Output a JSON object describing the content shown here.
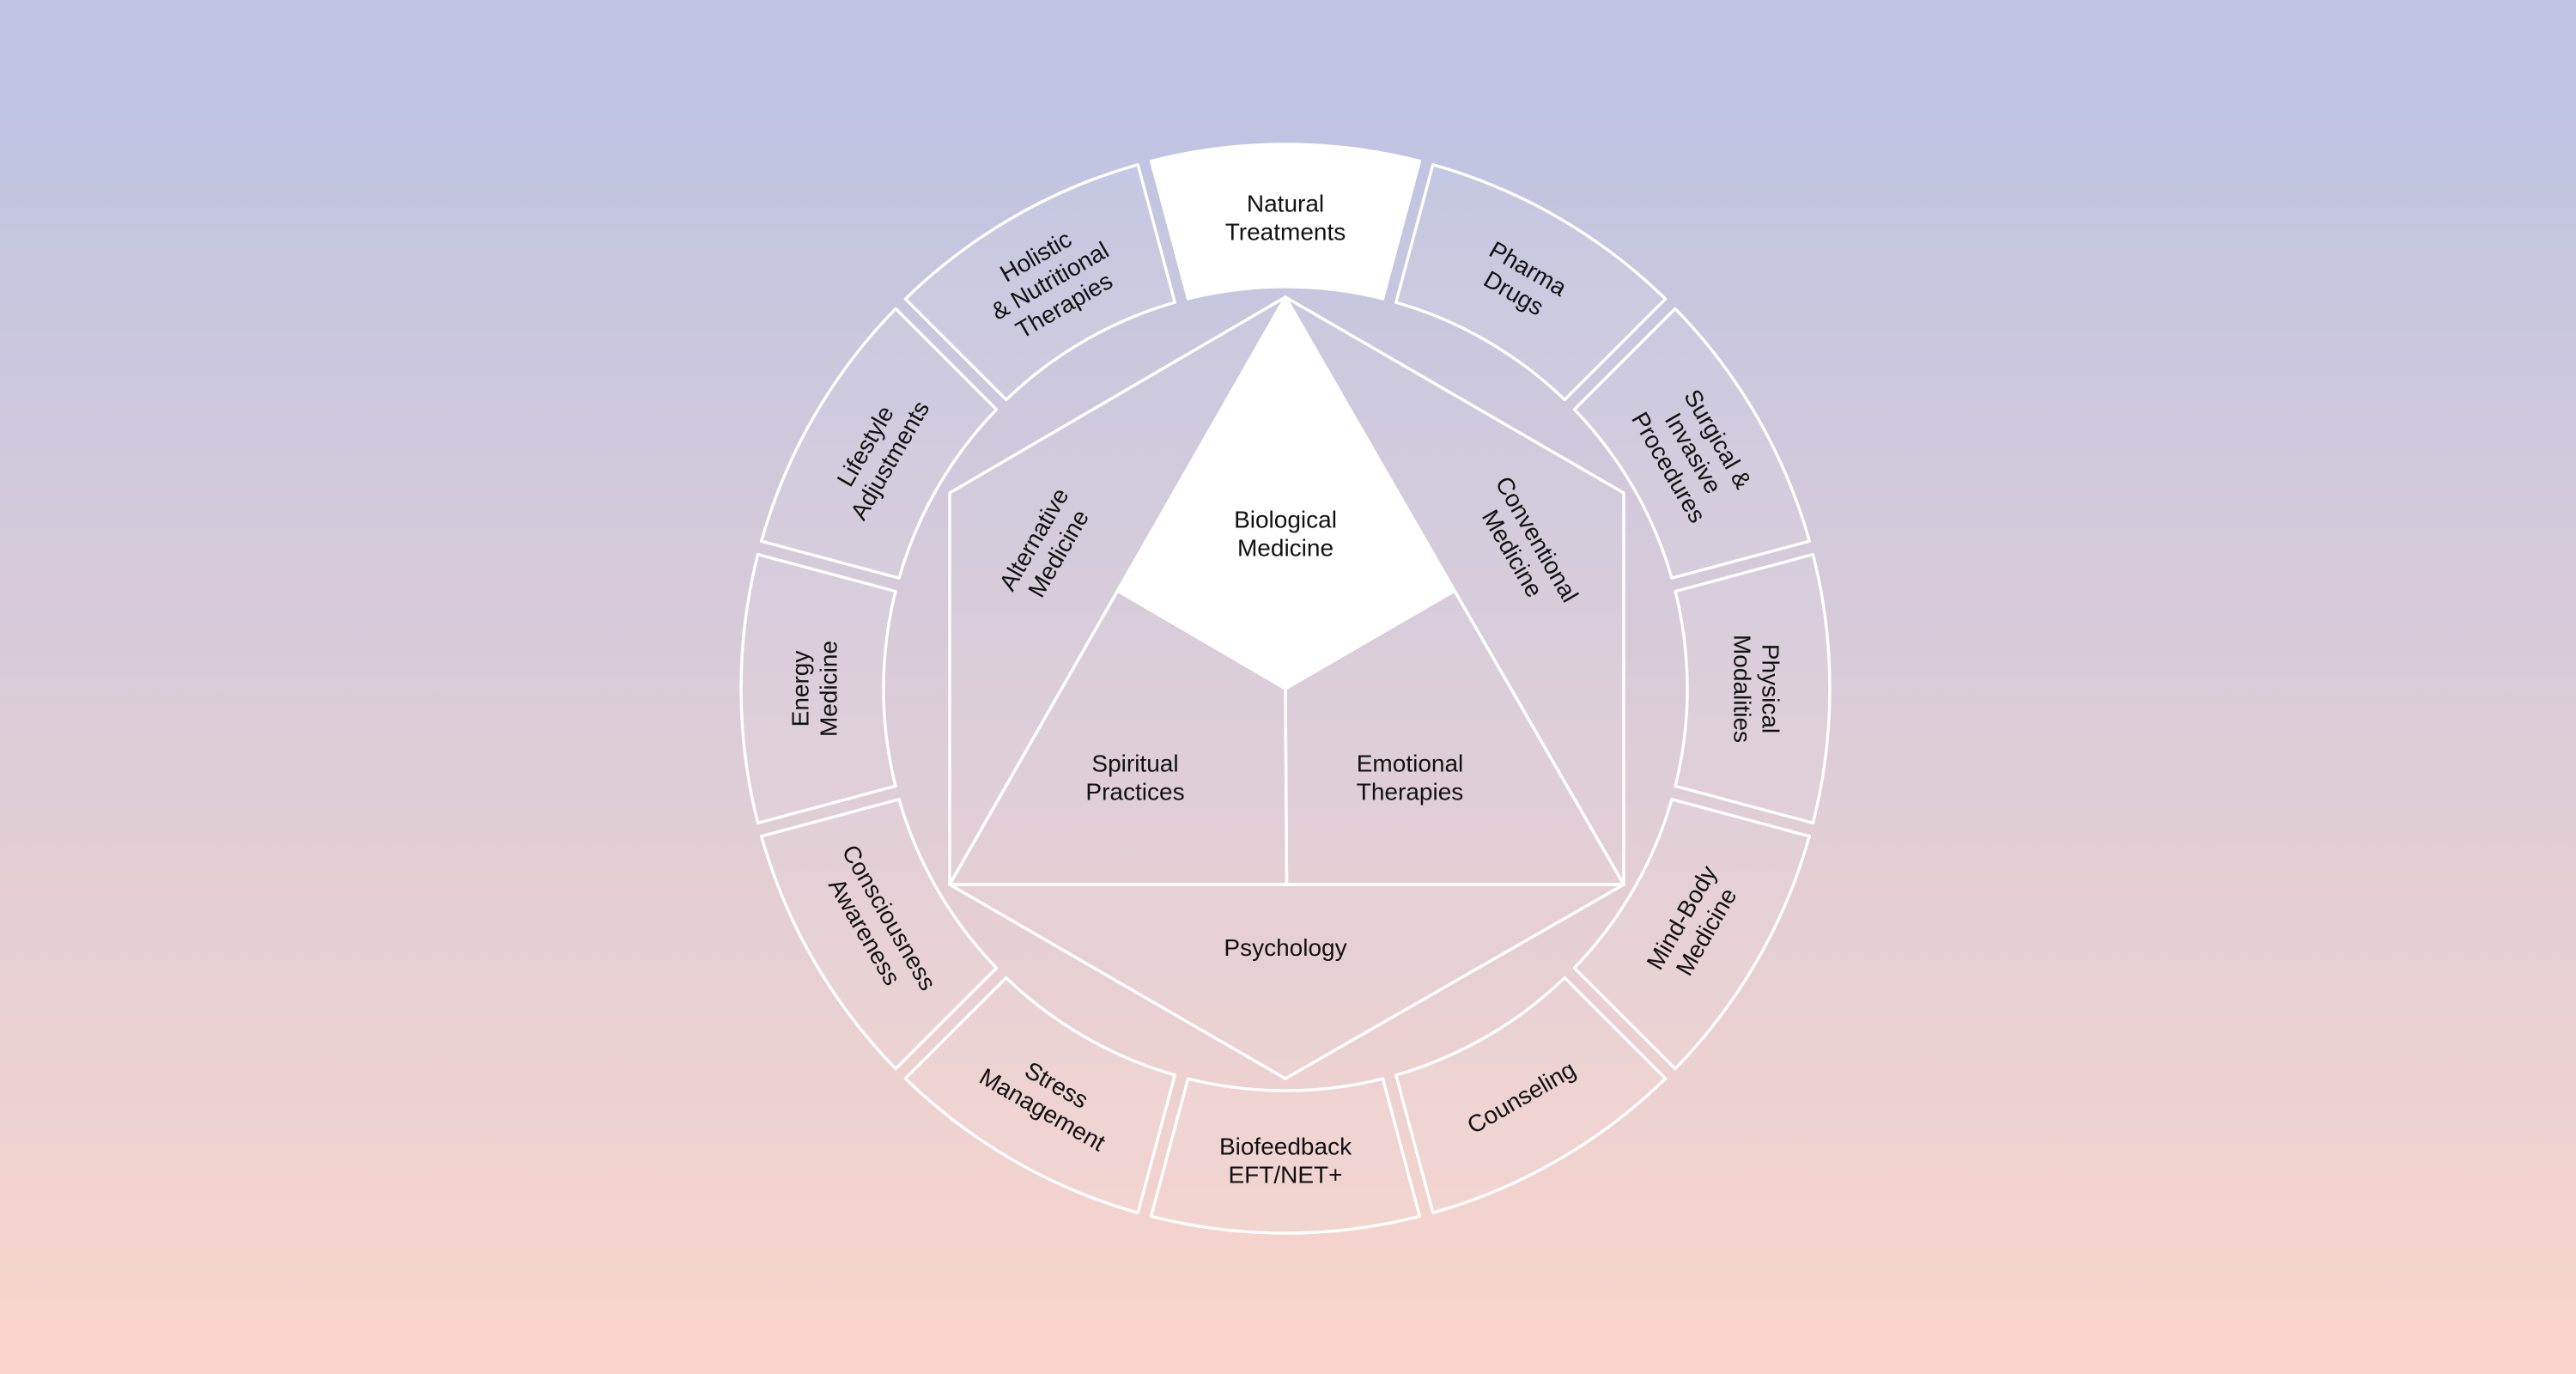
{
  "colors": {
    "background_top": "#bfc4e2",
    "background_bottom": "#fad5cb",
    "stroke": "#ffffff",
    "highlight": "#ffffff",
    "text": "#111111"
  },
  "ring": [
    {
      "id": "natural-treatments",
      "lines": [
        "Natural",
        "Treatments"
      ],
      "highlight": true
    },
    {
      "id": "pharma-drugs",
      "lines": [
        "Pharma",
        "Drugs"
      ]
    },
    {
      "id": "surgical-invasive-procedures",
      "lines": [
        "Surgical &",
        "Invasive",
        "Procedures"
      ]
    },
    {
      "id": "physical-modalities",
      "lines": [
        "Physical",
        "Modalities"
      ]
    },
    {
      "id": "mind-body-medicine",
      "lines": [
        "Mind-Body",
        "Medicine"
      ]
    },
    {
      "id": "counseling",
      "lines": [
        "Counseling"
      ]
    },
    {
      "id": "biofeedback-eft-net",
      "lines": [
        "Biofeedback",
        "EFT/NET+"
      ]
    },
    {
      "id": "stress-management",
      "lines": [
        "Stress",
        "Management"
      ]
    },
    {
      "id": "consciousness-awareness",
      "lines": [
        "Consciousness",
        "Awareness"
      ]
    },
    {
      "id": "energy-medicine",
      "lines": [
        "Energy",
        "Medicine"
      ]
    },
    {
      "id": "lifestyle-adjustments",
      "lines": [
        "Lifestyle",
        "Adjustments"
      ]
    },
    {
      "id": "holistic-nutritional-therapies",
      "lines": [
        "Holistic",
        "& Nutritional",
        "Therapies"
      ]
    }
  ],
  "hexagon_regions": {
    "alternative_medicine": [
      "Alternative",
      "Medicine"
    ],
    "conventional_medicine": [
      "Conventional",
      "Medicine"
    ],
    "psychology": [
      "Psychology"
    ]
  },
  "triangle_regions": {
    "biological_medicine": [
      "Biological",
      "Medicine"
    ],
    "spiritual_practices": [
      "Spiritual",
      "Practices"
    ],
    "emotional_therapies": [
      "Emotional",
      "Therapies"
    ]
  }
}
